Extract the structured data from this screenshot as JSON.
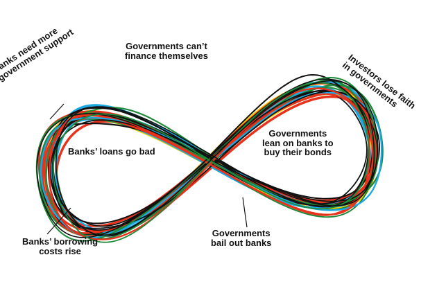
{
  "diagram": {
    "colors": {
      "yellow": "#f7cf00",
      "red": "#e8321c",
      "blue": "#1ca9e2",
      "green": "#1f8a3a",
      "black": "#111111"
    },
    "labels": {
      "banks_support": {
        "line1": "Banks need more",
        "line2": "government support"
      },
      "gov_finance": {
        "line1": "Governments can’t",
        "line2": "finance themselves"
      },
      "investors": {
        "line1": "Investors lose faith",
        "line2": "in governments"
      },
      "banks_loans": {
        "line1": "Banks’ loans go bad"
      },
      "gov_lean": {
        "line1": "Governments",
        "line2": "lean on banks to",
        "line3": "buy their bonds"
      },
      "banks_borrowing": {
        "line1": "Banks’ borrowing",
        "line2": "costs rise"
      },
      "gov_bailout": {
        "line1": "Governments",
        "line2": "bail out banks"
      }
    }
  }
}
